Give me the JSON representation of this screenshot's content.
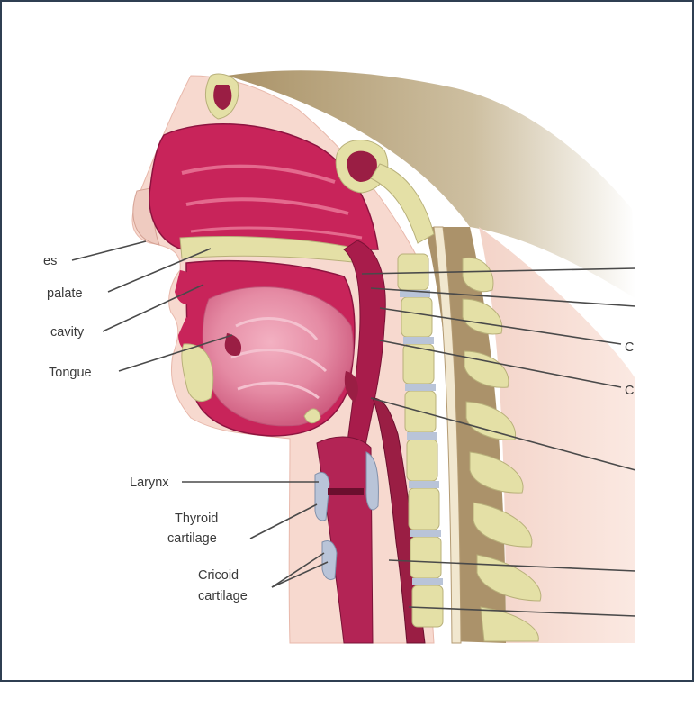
{
  "diagram": {
    "labels": {
      "nose_label_fragment": "es",
      "palate_label_fragment": "palate",
      "cavity_label_fragment": "cavity",
      "tongue": "Tongue",
      "larynx": "Larynx",
      "thyroid_line1": "Thyroid",
      "thyroid_line2": "cartilage",
      "cricoid_line1": "Cricoid",
      "cricoid_line2": "cartilage",
      "right_fragment_1": "C",
      "right_fragment_2": "C"
    },
    "colors": {
      "soft_tissue": "#c8245a",
      "tongue": "#e88aa3",
      "bone": "#e4e0a6",
      "skin": "#f6d6cc",
      "cartilage": "#b9c4d8",
      "background_shadow": "#b39a72",
      "frame_border": "#2f3f52"
    }
  }
}
